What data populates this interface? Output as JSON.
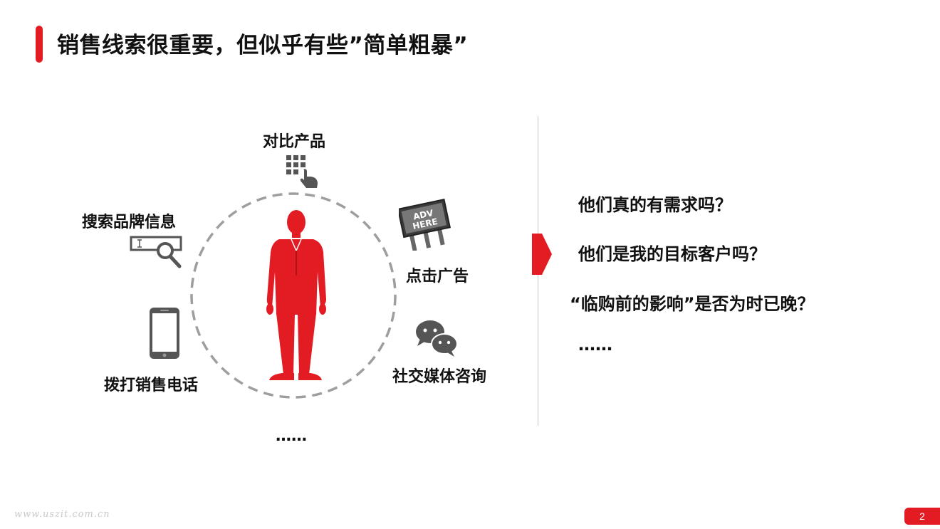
{
  "title": "销售线索很重要，但似乎有些”简单粗暴”",
  "left": {
    "compare_products": "对比产品",
    "search_brand": "搜索品牌信息",
    "click_ads": "点击广告",
    "ad_sign_text_1": "ADV",
    "ad_sign_text_2": "HERE",
    "call_sales": "拨打销售电话",
    "social_consult": "社交媒体咨询",
    "ellipsis": "……"
  },
  "right": {
    "questions": [
      "他们真的有需求吗？",
      "他们是我的目标客户吗？",
      "“临购前的影响”是否为时已晚？",
      "……"
    ]
  },
  "footer": {
    "url": "www.uszit.com.cn",
    "page": "2"
  },
  "colors": {
    "accent": "#e31b23",
    "icon_gray": "#555555",
    "circle_dash": "#9e9e9e"
  }
}
